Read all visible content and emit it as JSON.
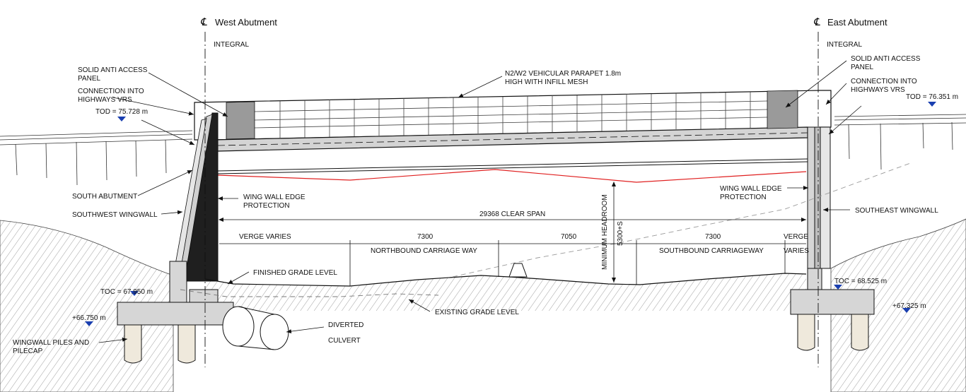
{
  "west": {
    "cl_symbol": "℄",
    "title": "West Abutment",
    "type": "INTEGRAL",
    "solid_panel": [
      "SOLID ANTI ACCESS",
      "PANEL"
    ],
    "connection_vrs": [
      "CONNECTION INTO",
      "HIGHWAYS VRS"
    ],
    "tod": "TOD = 75.728 m",
    "south_abutment": "SOUTH ABUTMENT",
    "southwest_wingwall": "SOUTHWEST  WINGWALL",
    "toc": "TOC = 67.950 m",
    "pilecap_level": "+66.750 m",
    "piles": [
      "WINGWALL PILES AND",
      "PILECAP"
    ]
  },
  "east": {
    "cl_symbol": "℄",
    "title": "East Abutment",
    "type": "INTEGRAL",
    "solid_panel": [
      "SOLID ANTI ACCESS",
      "PANEL"
    ],
    "connection_vrs": [
      "CONNECTION INTO",
      "HIGHWAYS VRS"
    ],
    "tod": "TOD = 76.351 m",
    "southeast_wingwall": "SOUTHEAST  WINGWALL",
    "toc": "TOC = 68.525 m",
    "pilecap_level": "+67.325 m"
  },
  "parapet": [
    "N2/W2 VEHICULAR PARAPET 1.8m",
    "HIGH WITH INFILL MESH"
  ],
  "wing_edge_west": [
    "WING WALL EDGE",
    "PROTECTION"
  ],
  "wing_edge_east": [
    "WING WALL EDGE",
    "PROTECTION"
  ],
  "span": "29368 CLEAR SPAN",
  "dimensions": {
    "verge_west": "VERGE VARIES",
    "nb_width": "7300",
    "median_width": "7050",
    "sb_width": "7300",
    "verge_east": [
      "VERGE",
      "VARIES"
    ]
  },
  "carriageways": {
    "northbound": "NORTHBOUND CARRIAGE WAY",
    "southbound": "SOUTHBOUND CARRIAGEWAY"
  },
  "headroom": [
    "MINIMUM HEADROOM",
    "5300+S"
  ],
  "finished_grade": "FINISHED GRADE LEVEL",
  "existing_grade": "EXISTING GRADE LEVEL",
  "culvert": [
    "DIVERTED",
    "CULVERT"
  ],
  "colors": {
    "line": "#111111",
    "deck": "#d4d4d4",
    "panel": "#9a9a9a",
    "soffit_red": "#e02020",
    "level_marker": "#1a3fb0",
    "pile": "#efe9dc"
  }
}
